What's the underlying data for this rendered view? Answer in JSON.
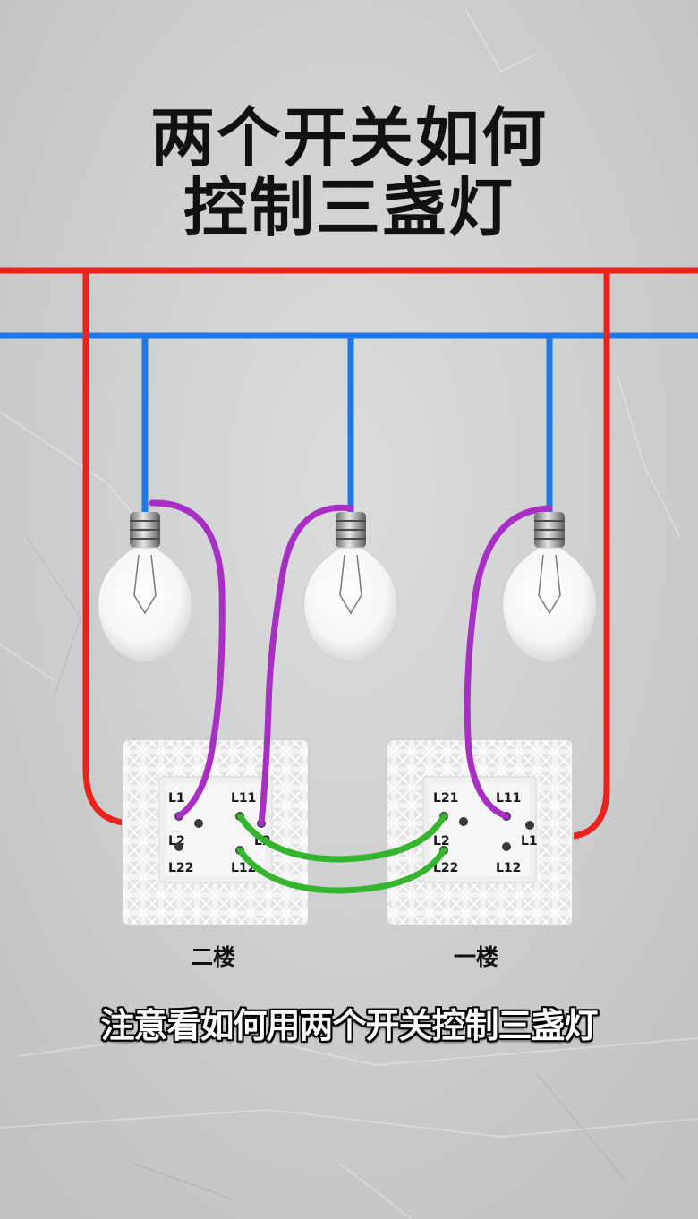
{
  "title": {
    "line1": "两个开关如何",
    "line2": "控制三盏灯"
  },
  "caption": "注意看如何用两个开关控制三盏灯",
  "switch_left": {
    "floor_label": "二楼",
    "terminals": {
      "l1": "L1",
      "l11": "L11",
      "l2": "L2",
      "l22": "L22",
      "l12": "L12",
      "l2b": "L2"
    }
  },
  "switch_right": {
    "floor_label": "一楼",
    "terminals": {
      "l21": "L21",
      "l11": "L11",
      "l2": "L2",
      "l1": "L1",
      "l22": "L22",
      "l12": "L12"
    }
  },
  "colors": {
    "live_wire": "#e8231c",
    "neutral_wire": "#1f78e6",
    "lamp_wire": "#a82fc4",
    "traveler_wire": "#35b52f",
    "background": "#d3d4d5",
    "title_text": "#111111"
  }
}
